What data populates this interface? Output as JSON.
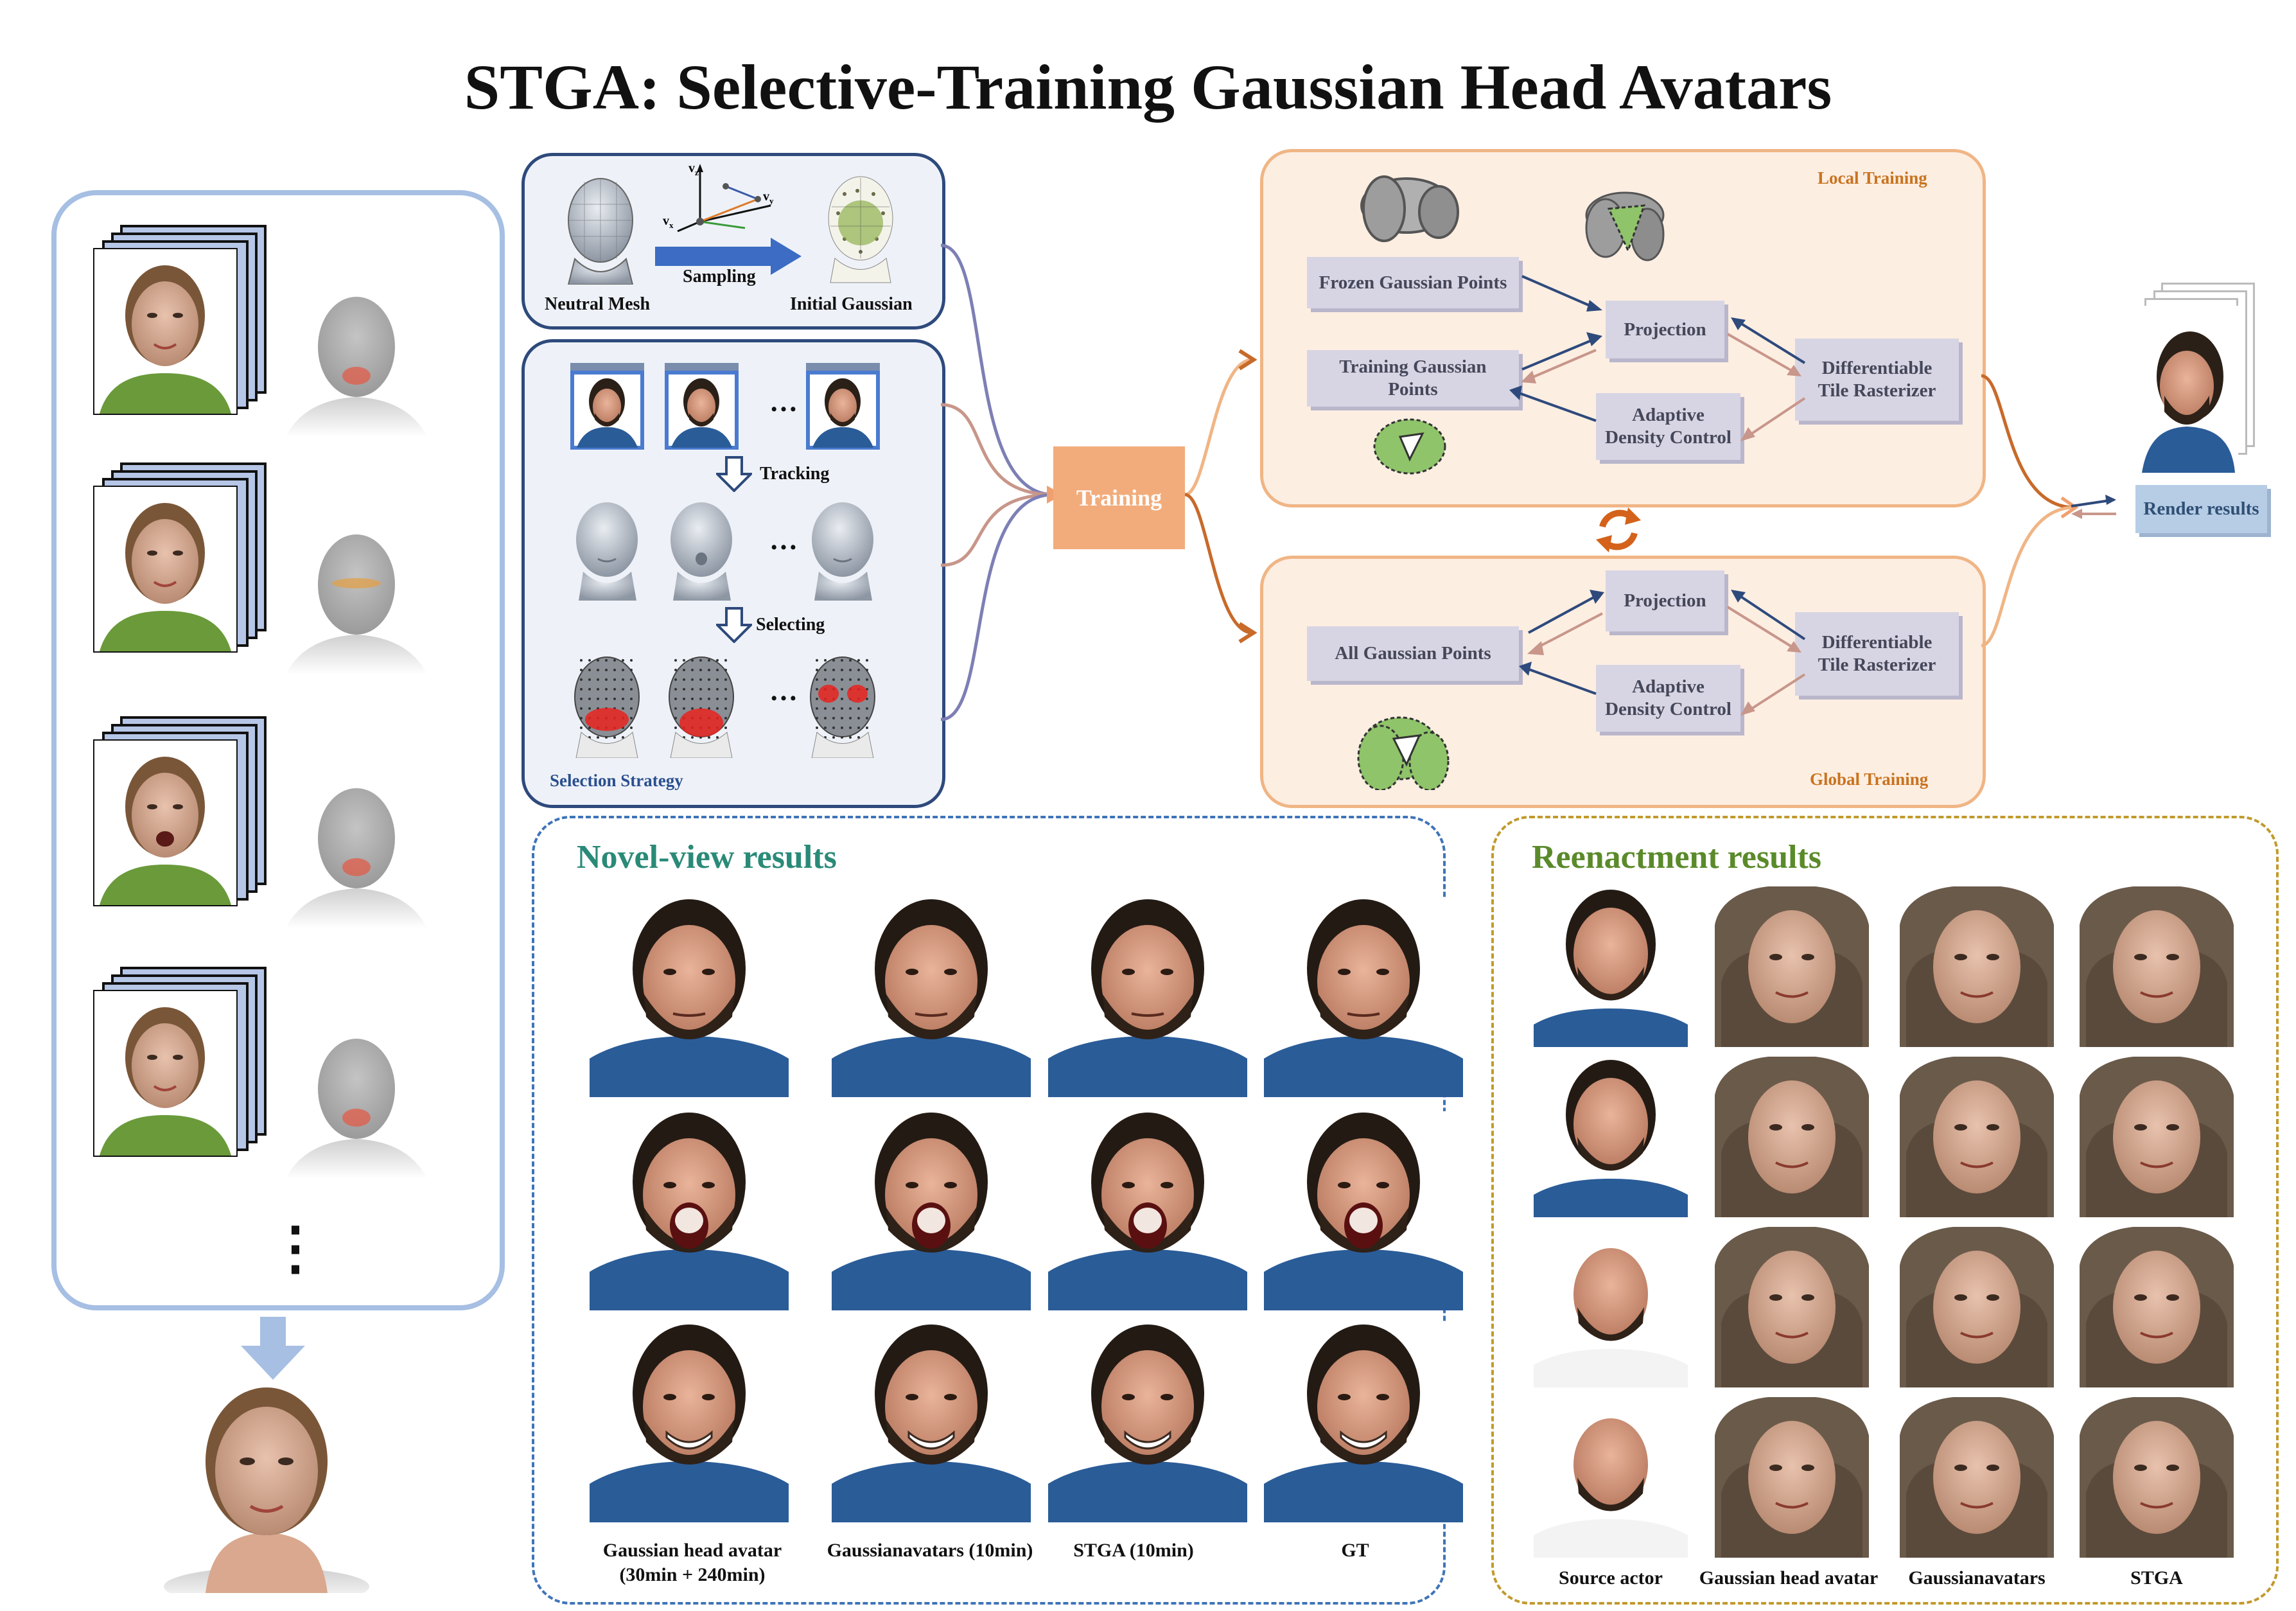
{
  "title": "STGA: Selective-Training Gaussian Head Avatars",
  "mesh_panel": {
    "neutral_mesh": "Neutral Mesh",
    "sampling": "Sampling",
    "initial_prefix": "Initial ",
    "initial_suffix": "Gaussian",
    "vz": "v",
    "vy": "v",
    "vx": "v",
    "sub_z": "z",
    "sub_y": "y",
    "sub_x": "x"
  },
  "selection_panel": {
    "tracking": "Tracking",
    "selecting": "Selecting",
    "ellipsis": "…",
    "strategy": "Selection Strategy"
  },
  "training": "Training",
  "local": {
    "title": "Local Training",
    "frozen": "Frozen Gaussian Points",
    "training_points": "Training Gaussian Points",
    "projection": "Projection",
    "adaptive": "Adaptive Density Control",
    "rasterizer": "Differentiable Tile Rasterizer"
  },
  "global": {
    "title": "Global Training",
    "all_points": "All Gaussian Points",
    "projection": "Projection",
    "adaptive": "Adaptive Density Control",
    "rasterizer": "Differentiable Tile Rasterizer"
  },
  "render_results": "Render results",
  "novel_view": {
    "title": "Novel-view results",
    "captions": [
      "Gaussian head avatar (30min + 240min)",
      "Gaussianavatars (10min)",
      "STGA (10min)",
      "GT"
    ]
  },
  "reenactment": {
    "title": "Reenactment results",
    "captions": [
      "Source actor",
      "Gaussian head avatar",
      "Gaussianavatars",
      "STGA"
    ]
  },
  "left_ellipsis": "⋮",
  "colors": {
    "blue_border": "#a6bfe3",
    "navy": "#2e4a7c",
    "orange": "#f0b585",
    "teal": "#2a8a78",
    "olive": "#5a8a2a"
  }
}
